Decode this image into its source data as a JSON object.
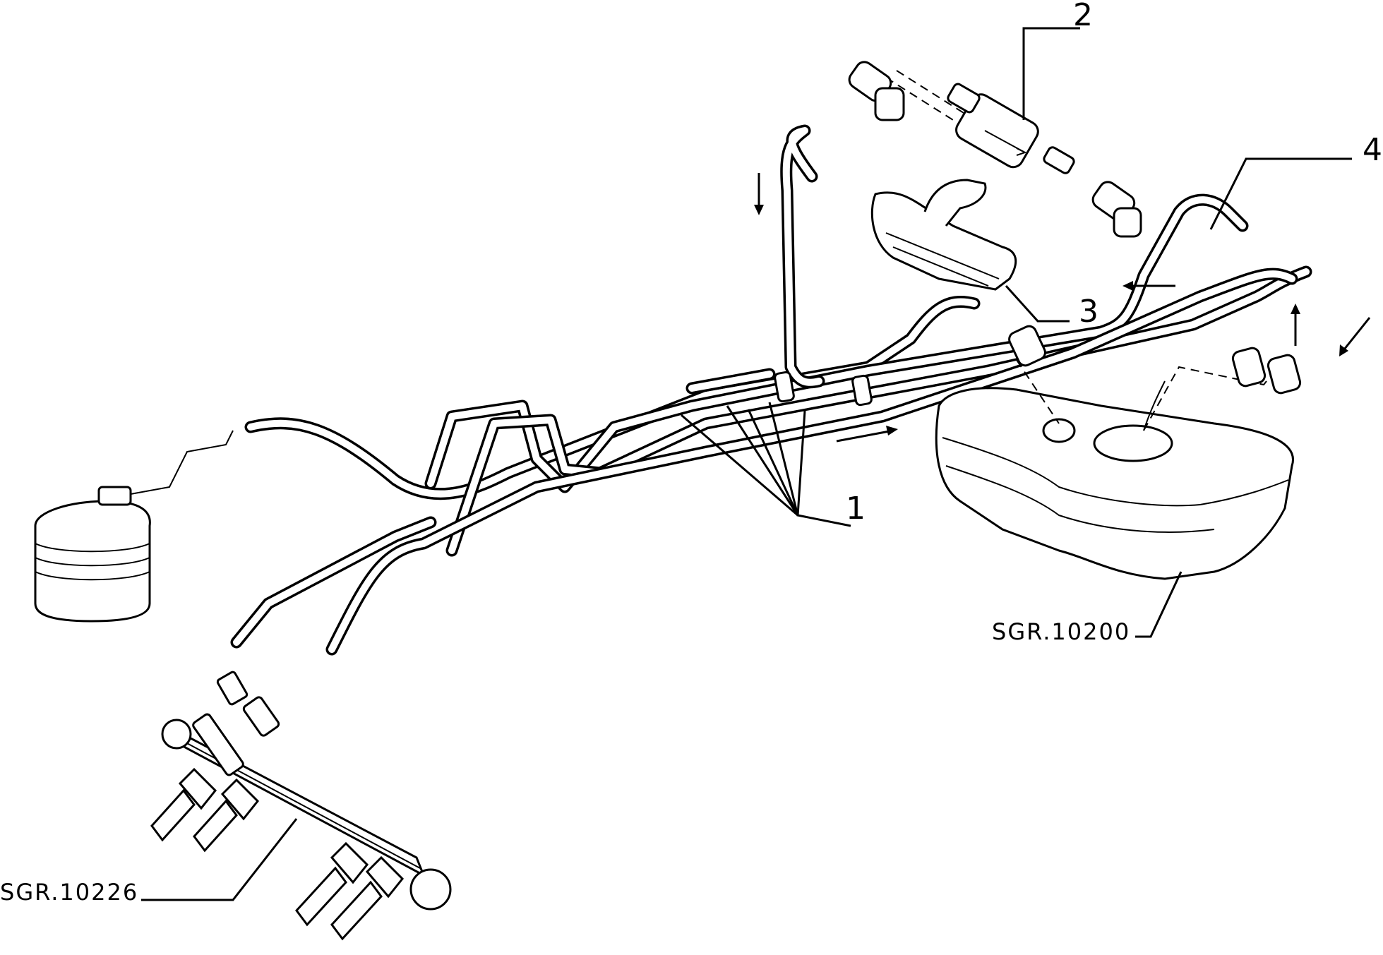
{
  "callouts": {
    "c1": "1",
    "c2": "2",
    "c3": "3",
    "c4": "4"
  },
  "references": {
    "fuel_tank": "SGR.10200",
    "fuel_rail": "SGR.10226"
  }
}
